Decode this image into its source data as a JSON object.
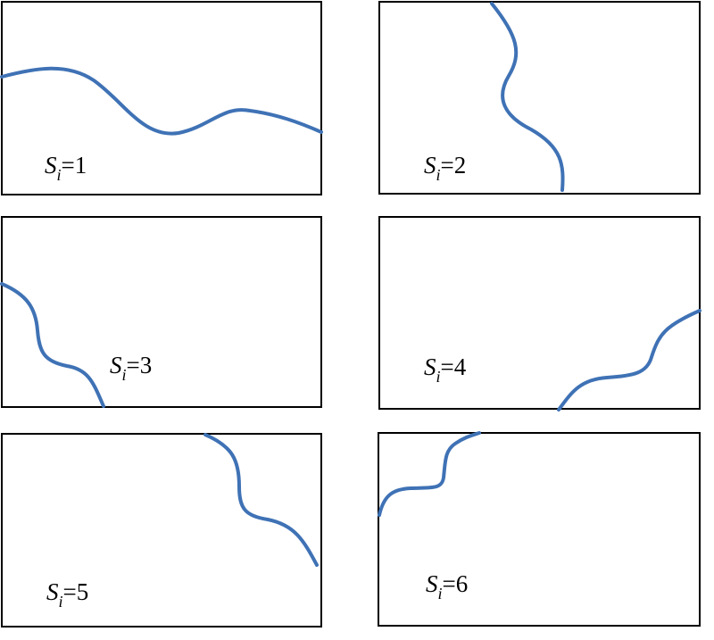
{
  "colors": {
    "curve": "#3f72b5",
    "border": "#000000",
    "background": "#ffffff"
  },
  "panels": [
    {
      "symbol": "S",
      "subscript": "i",
      "value": "=1"
    },
    {
      "symbol": "S",
      "subscript": "i",
      "value": "=2"
    },
    {
      "symbol": "S",
      "subscript": "i",
      "value": "=3"
    },
    {
      "symbol": "S",
      "subscript": "i",
      "value": "=4"
    },
    {
      "symbol": "S",
      "subscript": "i",
      "value": "=5"
    },
    {
      "symbol": "S",
      "subscript": "i",
      "value": "=6"
    }
  ]
}
